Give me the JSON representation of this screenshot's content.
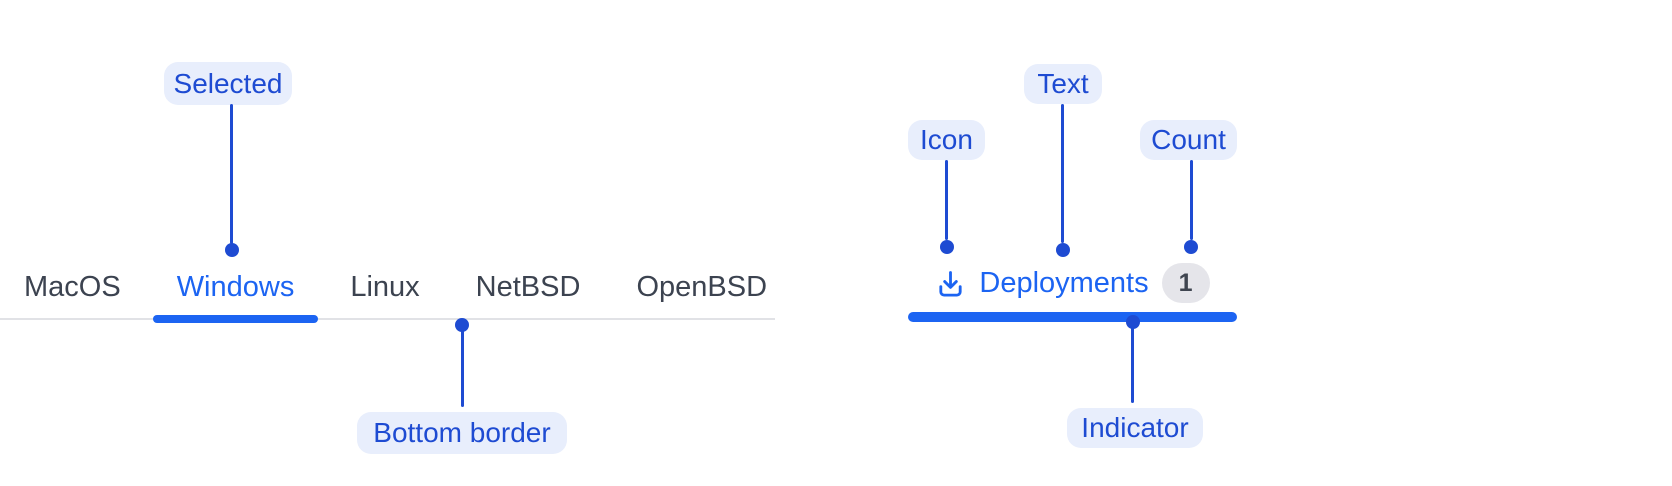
{
  "colors": {
    "component_blue": "#1C64F2",
    "annotation_blue": "#1E4BD2",
    "callout_bg": "#E8EEFC",
    "tab_text": "#3C4350",
    "tab_border": "#E1E2E6",
    "badge_bg": "#E5E5EA",
    "badge_text": "#3F4550"
  },
  "tabs_component": {
    "tabs": [
      {
        "label": "MacOS",
        "selected": false
      },
      {
        "label": "Windows",
        "selected": true
      },
      {
        "label": "Linux",
        "selected": false
      },
      {
        "label": "NetBSD",
        "selected": false
      },
      {
        "label": "OpenBSD",
        "selected": false
      }
    ]
  },
  "deployments_tab": {
    "icon": "download-icon",
    "label": "Deployments",
    "count": "1",
    "selected": true
  },
  "callouts": {
    "selected": "Selected",
    "bottom_border": "Bottom border",
    "icon": "Icon",
    "text": "Text",
    "count": "Count",
    "indicator": "Indicator"
  }
}
